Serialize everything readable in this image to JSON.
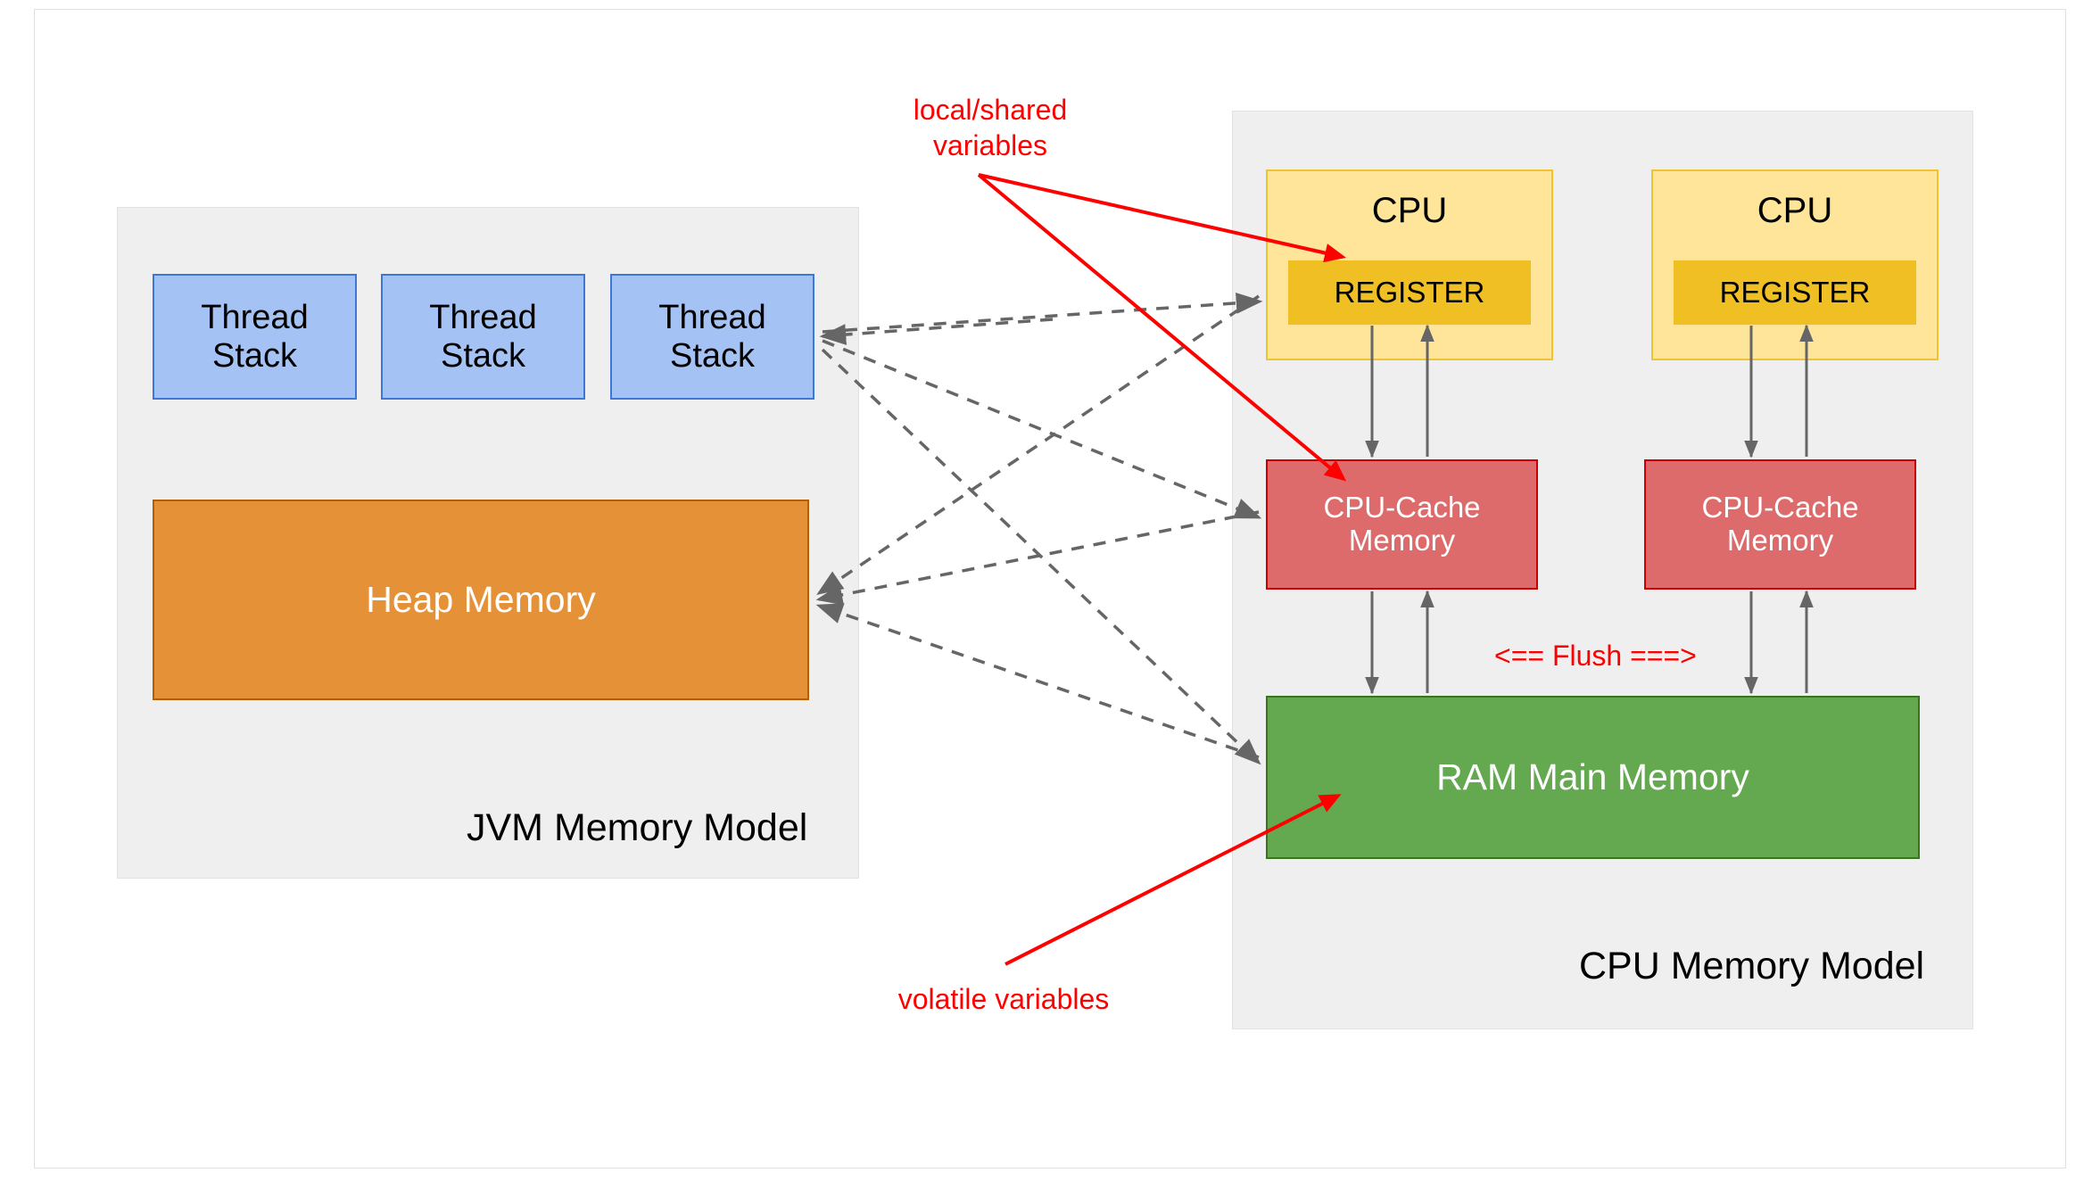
{
  "diagram": {
    "title_hidden": "",
    "jvm_group": {
      "label": "JVM Memory Model",
      "thread_stacks": [
        {
          "label": "Thread\nStack"
        },
        {
          "label": "Thread\nStack"
        },
        {
          "label": "Thread\nStack"
        }
      ],
      "heap": {
        "label": "Heap Memory"
      }
    },
    "cpu_group": {
      "label": "CPU Memory Model",
      "cpus": [
        {
          "label": "CPU",
          "register_label": "REGISTER",
          "cache_label": "CPU-Cache\nMemory"
        },
        {
          "label": "CPU",
          "register_label": "REGISTER",
          "cache_label": "CPU-Cache\nMemory"
        }
      ],
      "ram": {
        "label": "RAM Main Memory"
      },
      "flush_label": "<== Flush ===>"
    },
    "annotations": {
      "local_shared": "local/shared\nvariables",
      "volatile": "volatile variables"
    },
    "colors": {
      "thread_stack_fill": "#a4c2f4",
      "thread_stack_stroke": "#3c78d8",
      "heap_fill": "#e59138",
      "heap_stroke": "#b45f06",
      "cpu_fill": "#ffe599",
      "cpu_stroke": "#f1c232",
      "register_fill": "#efbf24",
      "cache_fill": "#dd6b6b",
      "cache_stroke": "#cc0000",
      "ram_fill": "#64a850",
      "ram_stroke": "#38761d",
      "group_fill": "#efefef",
      "annotation_red": "#ff0000",
      "arrow_gray": "#666666"
    }
  }
}
